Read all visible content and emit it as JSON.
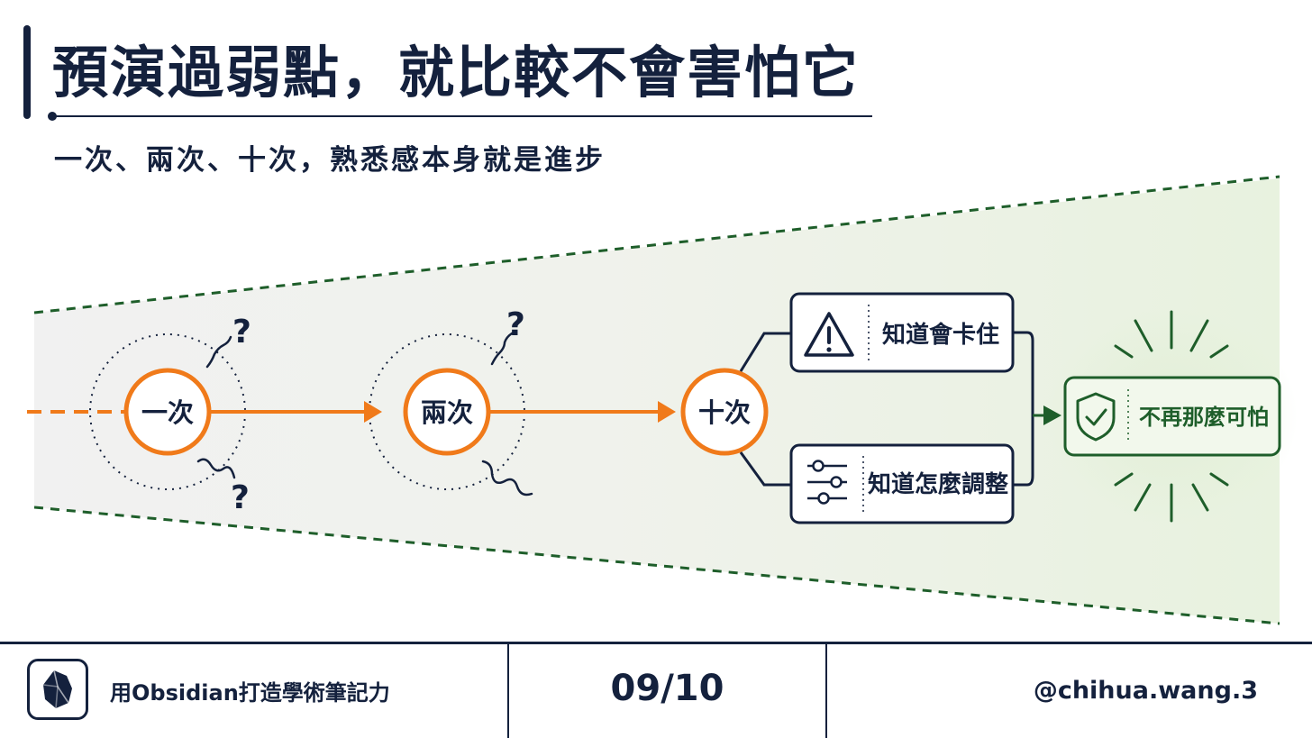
{
  "title": "預演過弱點，就比較不會害怕它",
  "subtitle": "一次、兩次、十次，熟悉感本身就是進步",
  "diagram": {
    "stages": [
      {
        "label": "一次",
        "question_marks": [
          "?",
          "?"
        ]
      },
      {
        "label": "兩次",
        "question_marks": [
          "?"
        ]
      },
      {
        "label": "十次"
      }
    ],
    "branches": [
      {
        "label": "知道會卡住",
        "icon": "warning-icon"
      },
      {
        "label": "知道怎麼調整",
        "icon": "sliders-icon"
      }
    ],
    "result": {
      "label": "不再那麼可怕",
      "icon": "shield-check-icon"
    }
  },
  "colors": {
    "navy": "#14213d",
    "orange": "#f07a1a",
    "green": "#1e5e2a",
    "green_fill": "#eef5e8"
  },
  "footer": {
    "brand": "用Obsidian打造學術筆記力",
    "page": "09/10",
    "handle": "@chihua.wang.3",
    "logo_icon": "obsidian-logo-icon"
  }
}
